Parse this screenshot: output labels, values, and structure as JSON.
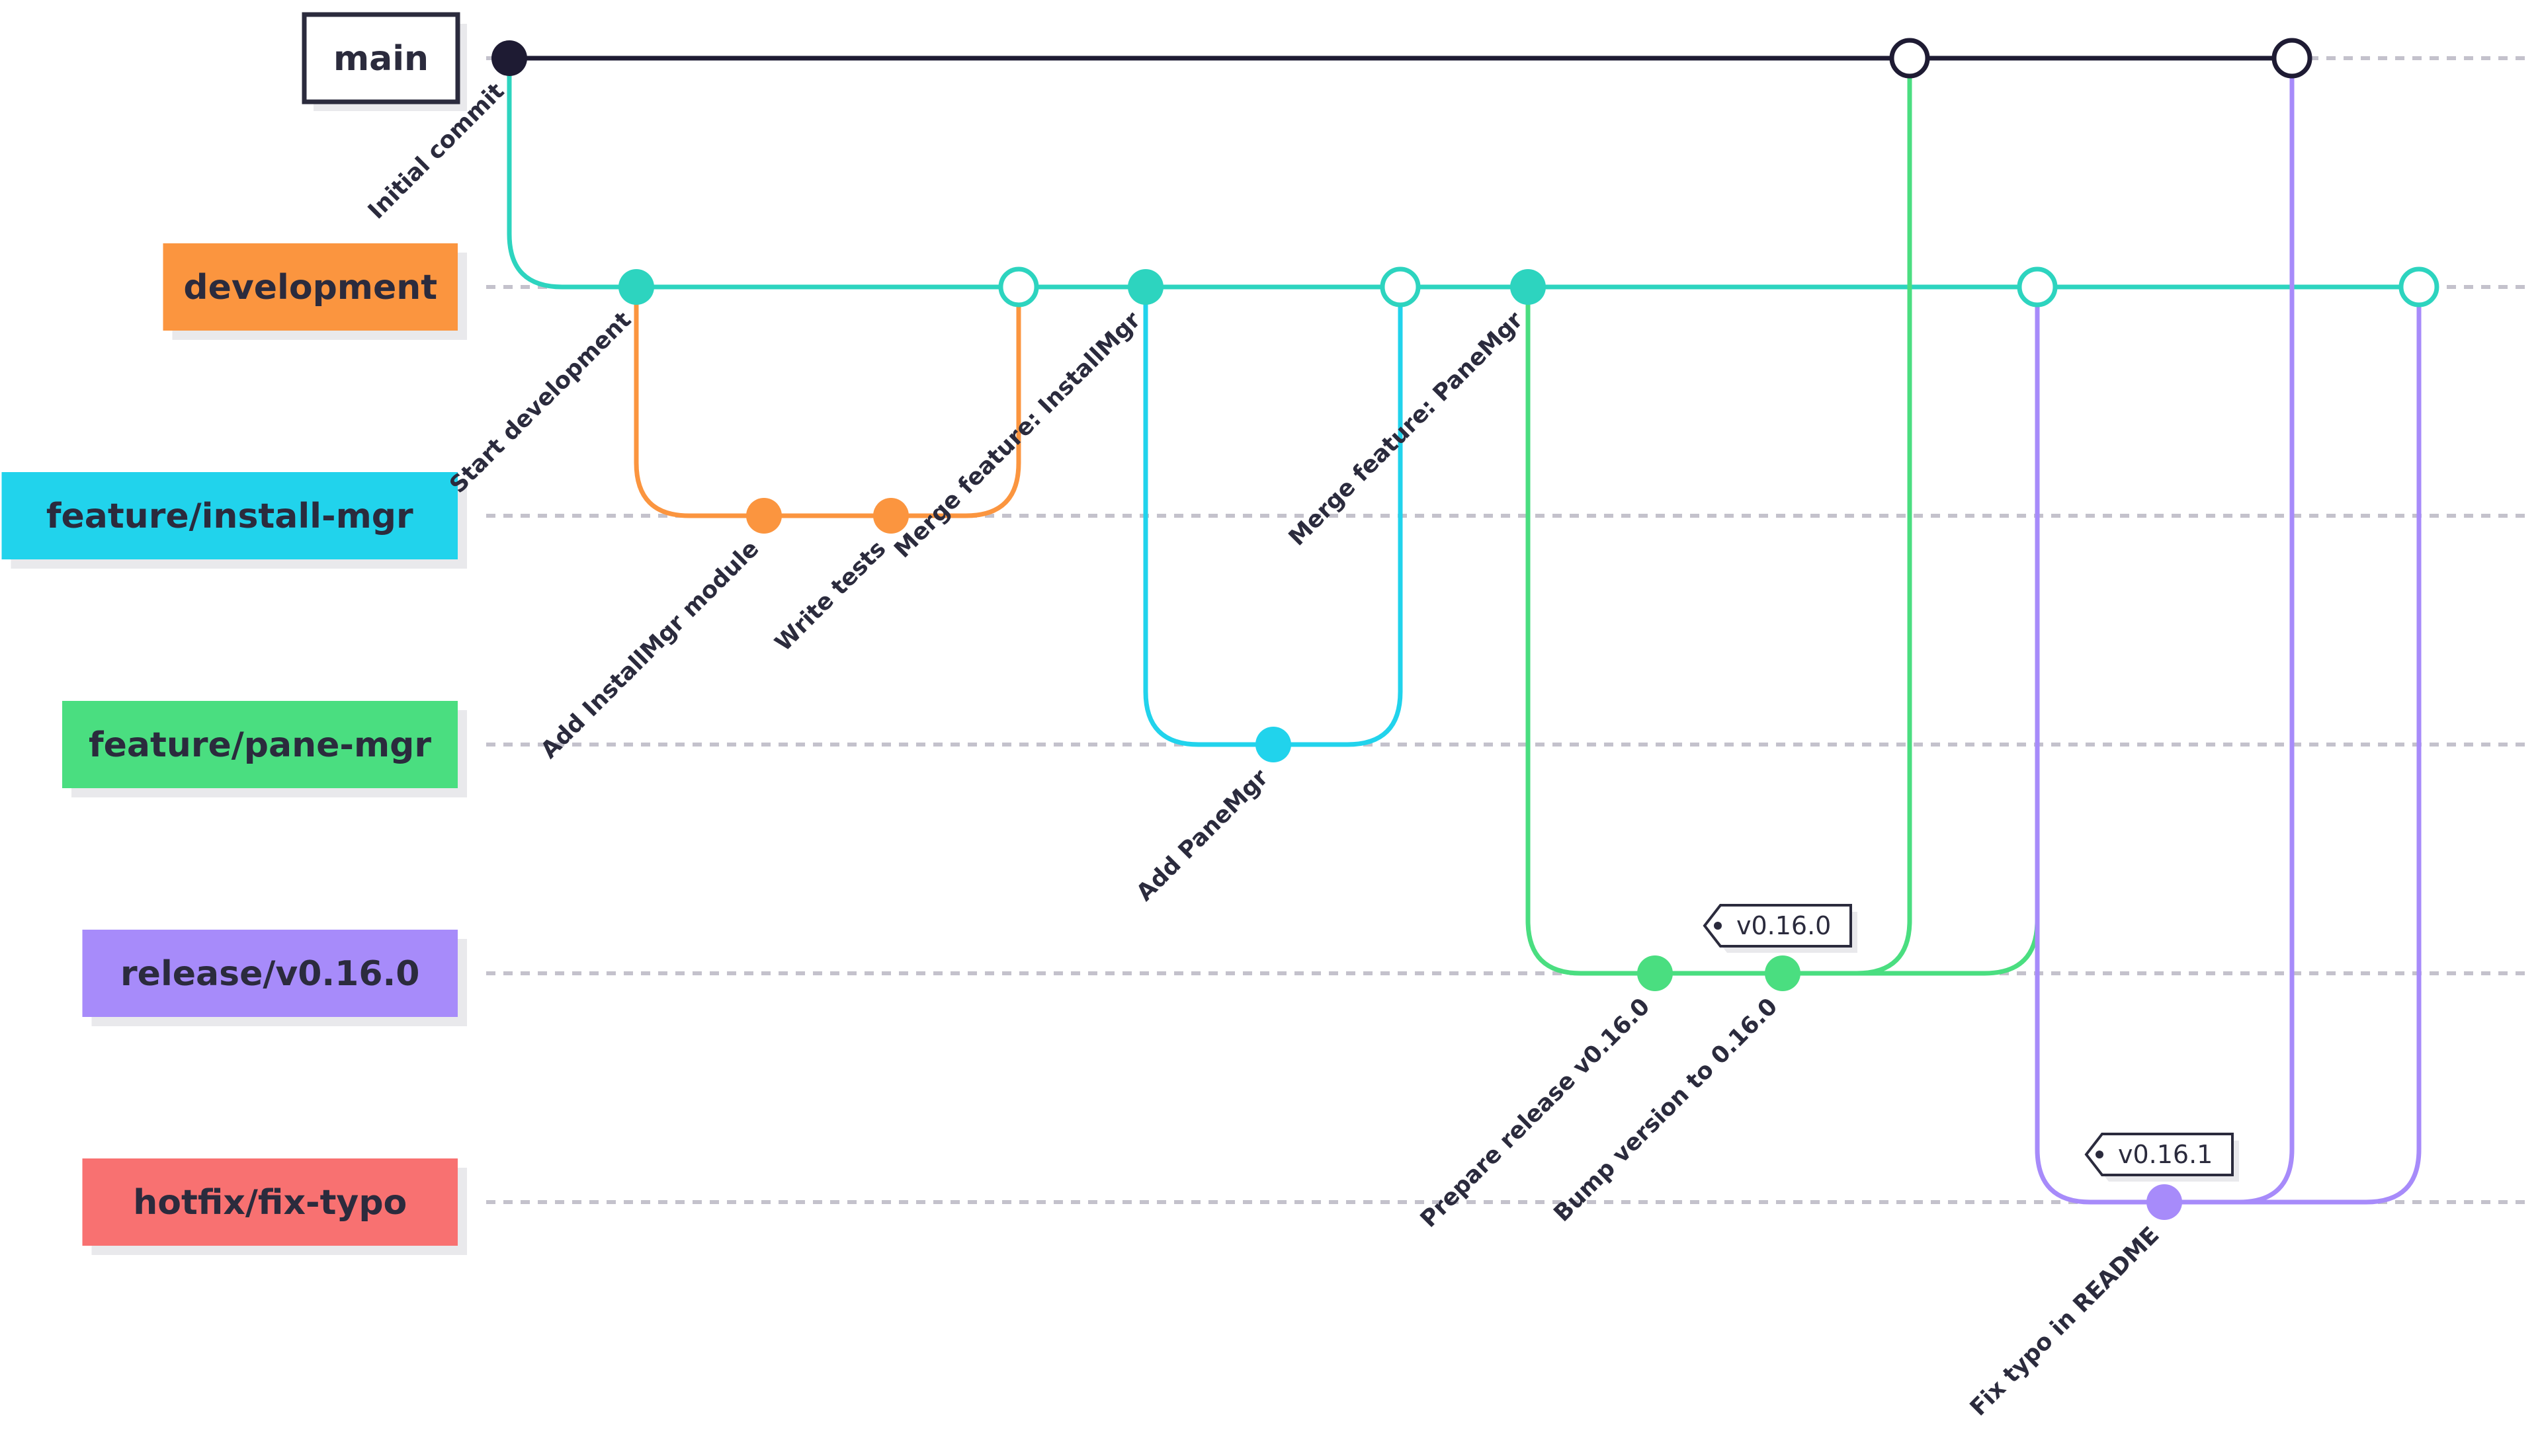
{
  "branches": [
    {
      "id": "main",
      "name": "main",
      "color": "#ffffff",
      "text_color": "#2b2b3d",
      "outlined": true
    },
    {
      "id": "development",
      "name": "development",
      "color": "#fb953f",
      "text_color": "#2b2b3d"
    },
    {
      "id": "feature_install",
      "name": "feature/install-mgr",
      "color": "#21d3ec",
      "text_color": "#2b2b3d"
    },
    {
      "id": "feature_pane",
      "name": "feature/pane-mgr",
      "color": "#4ade80",
      "text_color": "#2b2b3d"
    },
    {
      "id": "release",
      "name": "release/v0.16.0",
      "color": "#a78bfa",
      "text_color": "#2b2b3d"
    },
    {
      "id": "hotfix",
      "name": "hotfix/fix-typo",
      "color": "#f87171",
      "text_color": "#2b2b3d"
    }
  ],
  "commits": [
    {
      "id": "c_initial",
      "message": "Initial commit",
      "branch": "main",
      "step": 0,
      "color": "#1e1b33",
      "hollow": false
    },
    {
      "id": "c_start_dev",
      "message": "Start development",
      "branch": "development",
      "step": 1,
      "color": "#2dd4bf",
      "hollow": false
    },
    {
      "id": "c_add_installmgr",
      "message": "Add InstallMgr module",
      "branch": "feature_install",
      "step": 2,
      "color": "#fb953f",
      "hollow": false
    },
    {
      "id": "c_write_tests",
      "message": "Write tests",
      "branch": "feature_install",
      "step": 3,
      "color": "#fb953f",
      "hollow": false
    },
    {
      "id": "c_merge_install",
      "message": "",
      "branch": "development",
      "step": 4,
      "color": "#2dd4bf",
      "hollow": true
    },
    {
      "id": "c_merge_feature_install",
      "message": "Merge feature: InstallMgr",
      "branch": "development",
      "step": 5,
      "color": "#2dd4bf",
      "hollow": false
    },
    {
      "id": "c_add_panemgr",
      "message": "Add PaneMgr",
      "branch": "feature_pane",
      "step": 6,
      "color": "#21d3ec",
      "hollow": false
    },
    {
      "id": "c_merge_pane",
      "message": "",
      "branch": "development",
      "step": 7,
      "color": "#2dd4bf",
      "hollow": true
    },
    {
      "id": "c_merge_feature_pane",
      "message": "Merge feature: PaneMgr",
      "branch": "development",
      "step": 8,
      "color": "#2dd4bf",
      "hollow": false
    },
    {
      "id": "c_prepare_release",
      "message": "Prepare release v0.16.0",
      "branch": "release",
      "step": 9,
      "color": "#4ade80",
      "hollow": false
    },
    {
      "id": "c_bump_version",
      "message": "Bump version to 0.16.0",
      "branch": "release",
      "step": 10,
      "color": "#4ade80",
      "hollow": false
    },
    {
      "id": "c_main_release",
      "message": "",
      "branch": "main",
      "step": 11,
      "color": "#1e1b33",
      "hollow": true
    },
    {
      "id": "c_dev_release",
      "message": "",
      "branch": "development",
      "step": 12,
      "color": "#2dd4bf",
      "hollow": true
    },
    {
      "id": "c_fix_typo",
      "message": "Fix typo in README",
      "branch": "hotfix",
      "step": 13,
      "color": "#a78bfa",
      "hollow": false
    },
    {
      "id": "c_main_hotfix",
      "message": "",
      "branch": "main",
      "step": 14,
      "color": "#1e1b33",
      "hollow": true
    },
    {
      "id": "c_dev_hotfix",
      "message": "",
      "branch": "development",
      "step": 15,
      "color": "#2dd4bf",
      "hollow": true
    }
  ],
  "edges": [
    {
      "from": "c_initial",
      "to": "c_main_release",
      "color": "#1e1b33"
    },
    {
      "from": "c_main_release",
      "to": "c_main_hotfix",
      "color": "#1e1b33"
    },
    {
      "from": "c_initial",
      "to": "c_start_dev",
      "color": "#2dd4bf"
    },
    {
      "from": "c_start_dev",
      "to": "c_dev_hotfix",
      "color": "#2dd4bf"
    },
    {
      "from": "c_start_dev",
      "to": "c_add_installmgr",
      "color": "#fb953f"
    },
    {
      "from": "c_add_installmgr",
      "to": "c_write_tests",
      "color": "#fb953f"
    },
    {
      "from": "c_write_tests",
      "to": "c_merge_install",
      "color": "#fb953f"
    },
    {
      "from": "c_merge_feature_install",
      "to": "c_add_panemgr",
      "color": "#21d3ec"
    },
    {
      "from": "c_add_panemgr",
      "to": "c_merge_pane",
      "color": "#21d3ec"
    },
    {
      "from": "c_merge_feature_pane",
      "to": "c_prepare_release",
      "color": "#4ade80"
    },
    {
      "from": "c_prepare_release",
      "to": "c_bump_version",
      "color": "#4ade80"
    },
    {
      "from": "c_bump_version",
      "to": "c_main_release",
      "color": "#4ade80"
    },
    {
      "from": "c_bump_version",
      "to": "c_dev_release",
      "color": "#4ade80"
    },
    {
      "from": "c_dev_release",
      "to": "c_fix_typo",
      "color": "#a78bfa"
    },
    {
      "from": "c_fix_typo",
      "to": "c_main_hotfix",
      "color": "#a78bfa"
    },
    {
      "from": "c_fix_typo",
      "to": "c_dev_hotfix",
      "color": "#a78bfa"
    }
  ],
  "tags": [
    {
      "name": "v0.16.0",
      "commit": "c_bump_version"
    },
    {
      "name": "v0.16.1",
      "commit": "c_fix_typo"
    }
  ],
  "style": {
    "lane_line_color": "#c4c2cc",
    "text_color": "#2b2b3d"
  }
}
